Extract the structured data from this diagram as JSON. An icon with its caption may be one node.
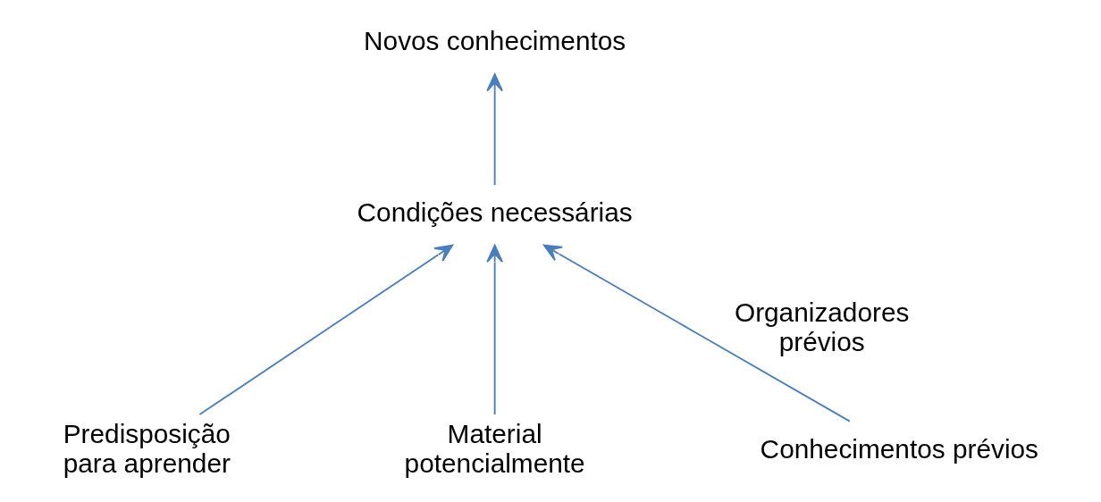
{
  "diagram": {
    "nodes": [
      {
        "text": [
          "Novos conhecimentos"
        ]
      },
      {
        "text": [
          "Condições necessárias"
        ]
      },
      {
        "text": [
          "Predisposição para aprender"
        ]
      },
      {
        "text": [
          "Material potencialmente"
        ]
      },
      {
        "text": [
          "Conhecimentos prévios"
        ]
      }
    ],
    "edges": [
      {
        "from": 1,
        "to": 0,
        "arrow": "to"
      },
      {
        "from": 2,
        "to": 1,
        "arrow": "to"
      },
      {
        "from": 3,
        "to": 1,
        "arrow": "to"
      },
      {
        "from": 4,
        "to": 1,
        "arrow": "to",
        "label": "Organizadores prévios"
      }
    ]
  }
}
